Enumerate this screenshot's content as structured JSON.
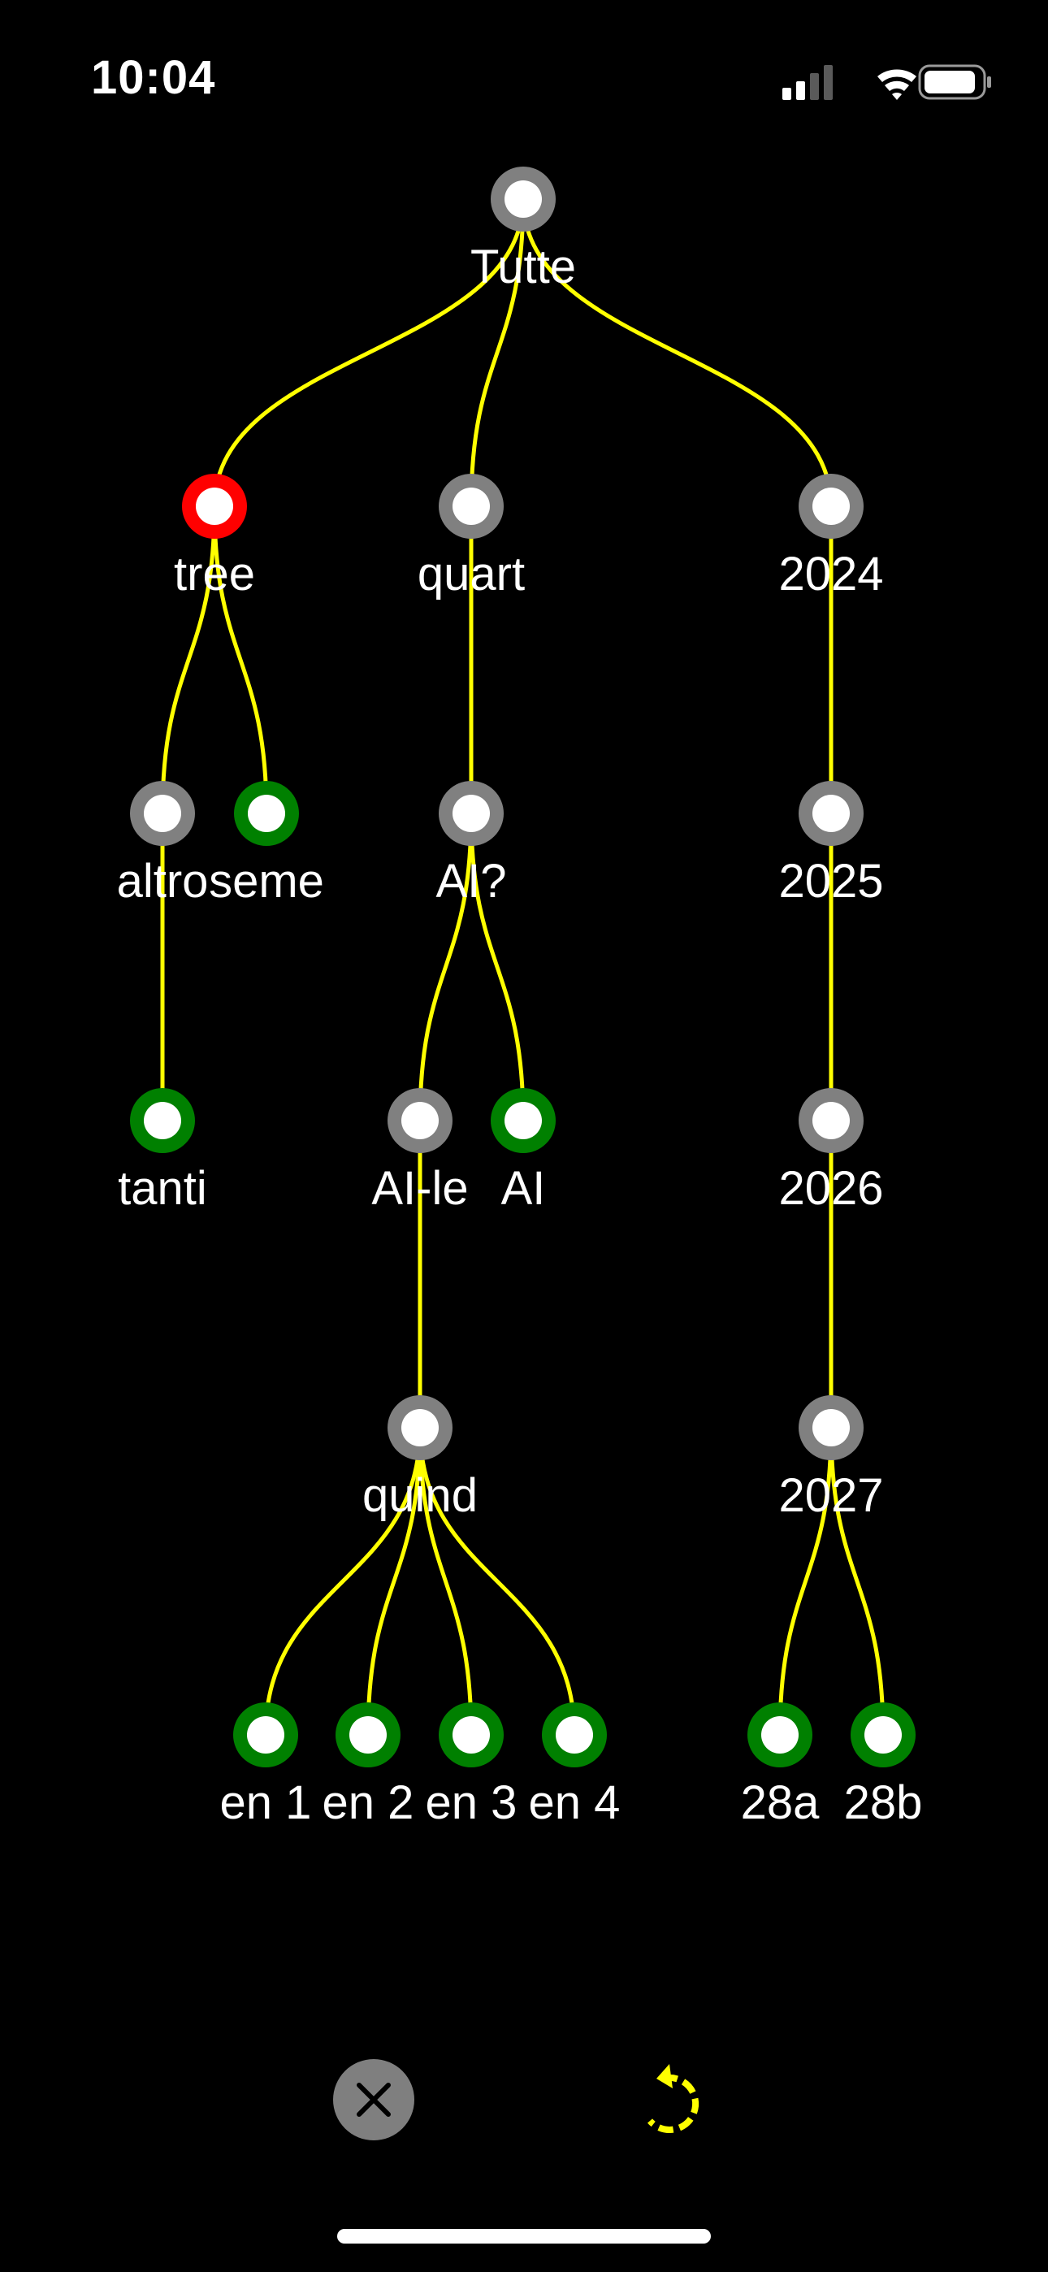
{
  "status_bar": {
    "time": "10:04",
    "icons": [
      "cellular-signal-icon",
      "wifi-icon",
      "battery-icon"
    ]
  },
  "colors": {
    "background": "#000000",
    "edge": "#ffff00",
    "node_root": "#808080",
    "node_selected": "#ff0000",
    "node_leaf": "#008000",
    "node_center": "#ffffff"
  },
  "tree": {
    "nodes": [
      {
        "id": "tutte",
        "label": "Tutte",
        "state": "gray"
      },
      {
        "id": "tree",
        "label": "tree",
        "state": "selected"
      },
      {
        "id": "quart",
        "label": "quart",
        "state": "gray"
      },
      {
        "id": "y2024",
        "label": "2024",
        "state": "gray"
      },
      {
        "id": "altro",
        "label": "altro",
        "state": "gray"
      },
      {
        "id": "seme",
        "label": "seme",
        "state": "leaf"
      },
      {
        "id": "ai_q",
        "label": "AI?",
        "state": "gray"
      },
      {
        "id": "y2025",
        "label": "2025",
        "state": "gray"
      },
      {
        "id": "tanti",
        "label": "tanti",
        "state": "leaf"
      },
      {
        "id": "ai_le",
        "label": "AI-le",
        "state": "gray"
      },
      {
        "id": "ai",
        "label": "AI",
        "state": "leaf"
      },
      {
        "id": "y2026",
        "label": "2026",
        "state": "gray"
      },
      {
        "id": "quind",
        "label": "quind",
        "state": "gray"
      },
      {
        "id": "y2027",
        "label": "2027",
        "state": "gray"
      },
      {
        "id": "en1",
        "label": "en 1",
        "state": "leaf"
      },
      {
        "id": "en2",
        "label": "en 2",
        "state": "leaf"
      },
      {
        "id": "en3",
        "label": "en 3",
        "state": "leaf"
      },
      {
        "id": "en4",
        "label": "en 4",
        "state": "leaf"
      },
      {
        "id": "y28a",
        "label": "28a",
        "state": "leaf"
      },
      {
        "id": "y28b",
        "label": "28b",
        "state": "leaf"
      }
    ],
    "edges": [
      [
        "tutte",
        "tree"
      ],
      [
        "tutte",
        "quart"
      ],
      [
        "tutte",
        "y2024"
      ],
      [
        "tree",
        "altro"
      ],
      [
        "tree",
        "seme"
      ],
      [
        "quart",
        "ai_q"
      ],
      [
        "y2024",
        "y2025"
      ],
      [
        "altro",
        "tanti"
      ],
      [
        "ai_q",
        "ai_le"
      ],
      [
        "ai_q",
        "ai"
      ],
      [
        "y2025",
        "y2026"
      ],
      [
        "ai_le",
        "quind"
      ],
      [
        "y2026",
        "y2027"
      ],
      [
        "quind",
        "en1"
      ],
      [
        "quind",
        "en2"
      ],
      [
        "quind",
        "en3"
      ],
      [
        "quind",
        "en4"
      ],
      [
        "y2027",
        "y28a"
      ],
      [
        "y2027",
        "y28b"
      ]
    ]
  },
  "toolbar": {
    "close_icon": "close-icon",
    "reset_icon": "rotate-ccw-icon"
  }
}
